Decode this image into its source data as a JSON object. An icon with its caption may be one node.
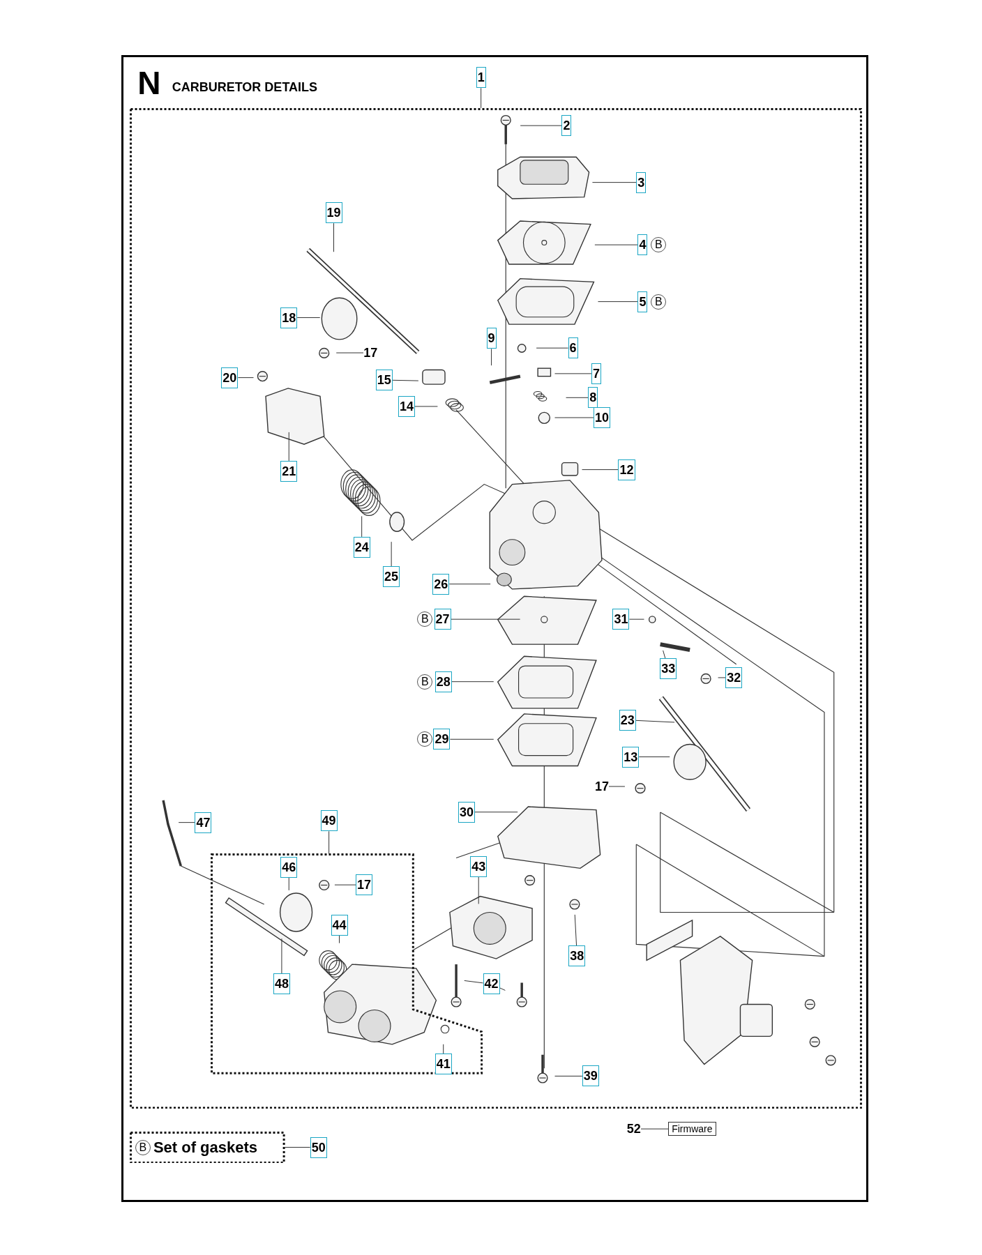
{
  "diagram": {
    "title": "CARBURETOR DETAILS",
    "nodes": [
      {
        "text": [],
        "shape": "box"
      },
      {
        "text": [
          "1"
        ]
      },
      {
        "text": [
          "2"
        ],
        "in": 0
      },
      {
        "text": [
          "3"
        ],
        "in": 0
      },
      {
        "text": [
          "19"
        ],
        "in": 0
      },
      {
        "text": [
          "4"
        ],
        "in": 0,
        "beside": [
          "B"
        ]
      },
      {
        "text": [
          "5"
        ],
        "in": 0,
        "beside": [
          "B"
        ]
      },
      {
        "text": [
          "18"
        ],
        "in": 0
      },
      {
        "text": [
          "9"
        ],
        "in": 0
      },
      {
        "text": [
          "17"
        ],
        "in": 0
      },
      {
        "text": [
          "6"
        ],
        "in": 0
      },
      {
        "text": [
          "20"
        ],
        "in": 0
      },
      {
        "text": [
          "7"
        ],
        "in": 0
      },
      {
        "text": [
          "15"
        ],
        "in": 0
      },
      {
        "text": [
          "8"
        ],
        "in": 0
      },
      {
        "text": [
          "14"
        ],
        "in": 0
      },
      {
        "text": [
          "10"
        ],
        "in": 0
      },
      {
        "text": [
          "12"
        ],
        "in": 0
      },
      {
        "text": [
          "21"
        ],
        "in": 0
      },
      {
        "text": [
          "24"
        ],
        "in": 0
      },
      {
        "text": [
          "25"
        ],
        "in": 0
      },
      {
        "text": [
          "26"
        ],
        "in": 0
      },
      {
        "text": [
          "27"
        ],
        "in": 0,
        "beside": [
          "B"
        ]
      },
      {
        "text": [
          "31"
        ],
        "in": 0
      },
      {
        "text": [
          "33"
        ],
        "in": 0
      },
      {
        "text": [
          "32"
        ],
        "in": 0
      },
      {
        "text": [
          "28"
        ],
        "in": 0,
        "beside": [
          "B"
        ]
      },
      {
        "text": [
          "23"
        ],
        "in": 0
      },
      {
        "text": [
          "29"
        ],
        "in": 0,
        "beside": [
          "B"
        ]
      },
      {
        "text": [
          "13"
        ],
        "in": 0
      },
      {
        "text": [
          "17"
        ],
        "in": 0
      },
      {
        "text": [
          "30"
        ],
        "in": 0
      },
      {
        "text": [
          "47"
        ],
        "in": 0
      },
      {
        "text": [
          "49"
        ],
        "in": 0
      },
      {
        "text": [],
        "shape": "box",
        "in": 0
      },
      {
        "text": [
          "46"
        ],
        "in": 34
      },
      {
        "text": [
          "17"
        ],
        "in": 34
      },
      {
        "text": [
          "43"
        ],
        "in": 0
      },
      {
        "text": [
          "44"
        ],
        "in": 34
      },
      {
        "text": [
          "38"
        ],
        "in": 0
      },
      {
        "text": [
          "48"
        ],
        "in": 34
      },
      {
        "text": [
          "42"
        ],
        "in": 0
      },
      {
        "text": [
          "41"
        ],
        "in": 34
      },
      {
        "text": [
          "39"
        ],
        "in": 0
      },
      {
        "text": [
          "52"
        ]
      },
      {
        "text": [
          "Firmware"
        ]
      },
      {
        "text": [
          "B",
          "Set of gaskets"
        ]
      },
      {
        "text": [
          "50"
        ]
      }
    ],
    "edges": [
      {
        "from": 1,
        "to": 0,
        "arrow": "none"
      },
      {
        "from": 2,
        "to": null,
        "arrow": "none"
      },
      {
        "from": 3,
        "to": null,
        "arrow": "none"
      },
      {
        "from": 4,
        "to": null,
        "arrow": "none"
      },
      {
        "from": 5,
        "to": null,
        "arrow": "none"
      },
      {
        "from": 6,
        "to": null,
        "arrow": "none"
      },
      {
        "from": 7,
        "to": null,
        "arrow": "none"
      },
      {
        "from": 8,
        "to": null,
        "arrow": "none"
      },
      {
        "from": 9,
        "to": null,
        "arrow": "none"
      },
      {
        "from": 10,
        "to": null,
        "arrow": "none"
      },
      {
        "from": 11,
        "to": null,
        "arrow": "none"
      },
      {
        "from": 12,
        "to": null,
        "arrow": "none"
      },
      {
        "from": 13,
        "to": null,
        "arrow": "none"
      },
      {
        "from": 14,
        "to": null,
        "arrow": "none"
      },
      {
        "from": 15,
        "to": null,
        "arrow": "none"
      },
      {
        "from": 16,
        "to": null,
        "arrow": "none"
      },
      {
        "from": 17,
        "to": null,
        "arrow": "none"
      },
      {
        "from": 18,
        "to": null,
        "arrow": "none"
      },
      {
        "from": 19,
        "to": null,
        "arrow": "none"
      },
      {
        "from": 20,
        "to": null,
        "arrow": "none"
      },
      {
        "from": 21,
        "to": null,
        "arrow": "none"
      },
      {
        "from": 22,
        "to": null,
        "arrow": "none"
      },
      {
        "from": 23,
        "to": null,
        "arrow": "none"
      },
      {
        "from": 24,
        "to": null,
        "arrow": "none"
      },
      {
        "from": 25,
        "to": null,
        "arrow": "none"
      },
      {
        "from": 26,
        "to": null,
        "arrow": "none"
      },
      {
        "from": 27,
        "to": null,
        "arrow": "none"
      },
      {
        "from": 28,
        "to": null,
        "arrow": "none"
      },
      {
        "from": 29,
        "to": null,
        "arrow": "none"
      },
      {
        "from": 30,
        "to": null,
        "arrow": "none"
      },
      {
        "from": 31,
        "to": null,
        "arrow": "none"
      },
      {
        "from": 32,
        "to": null,
        "arrow": "none"
      },
      {
        "from": 33,
        "to": 34,
        "arrow": "none"
      },
      {
        "from": 35,
        "to": null,
        "arrow": "none"
      },
      {
        "from": 36,
        "to": null,
        "arrow": "none"
      },
      {
        "from": 37,
        "to": null,
        "arrow": "none"
      },
      {
        "from": 38,
        "to": null,
        "arrow": "none"
      },
      {
        "from": 39,
        "to": null,
        "arrow": "none"
      },
      {
        "from": 40,
        "to": null,
        "arrow": "none"
      },
      {
        "from": 41,
        "to": null,
        "arrow": "none"
      },
      {
        "from": 41,
        "to": null,
        "arrow": "none"
      },
      {
        "from": 42,
        "to": null,
        "arrow": "none"
      },
      {
        "from": 43,
        "to": null,
        "arrow": "none"
      },
      {
        "from": 44,
        "to": 45,
        "arrow": "none"
      },
      {
        "from": 47,
        "to": 46,
        "arrow": "none"
      }
    ],
    "labels": [
      "N"
    ]
  }
}
